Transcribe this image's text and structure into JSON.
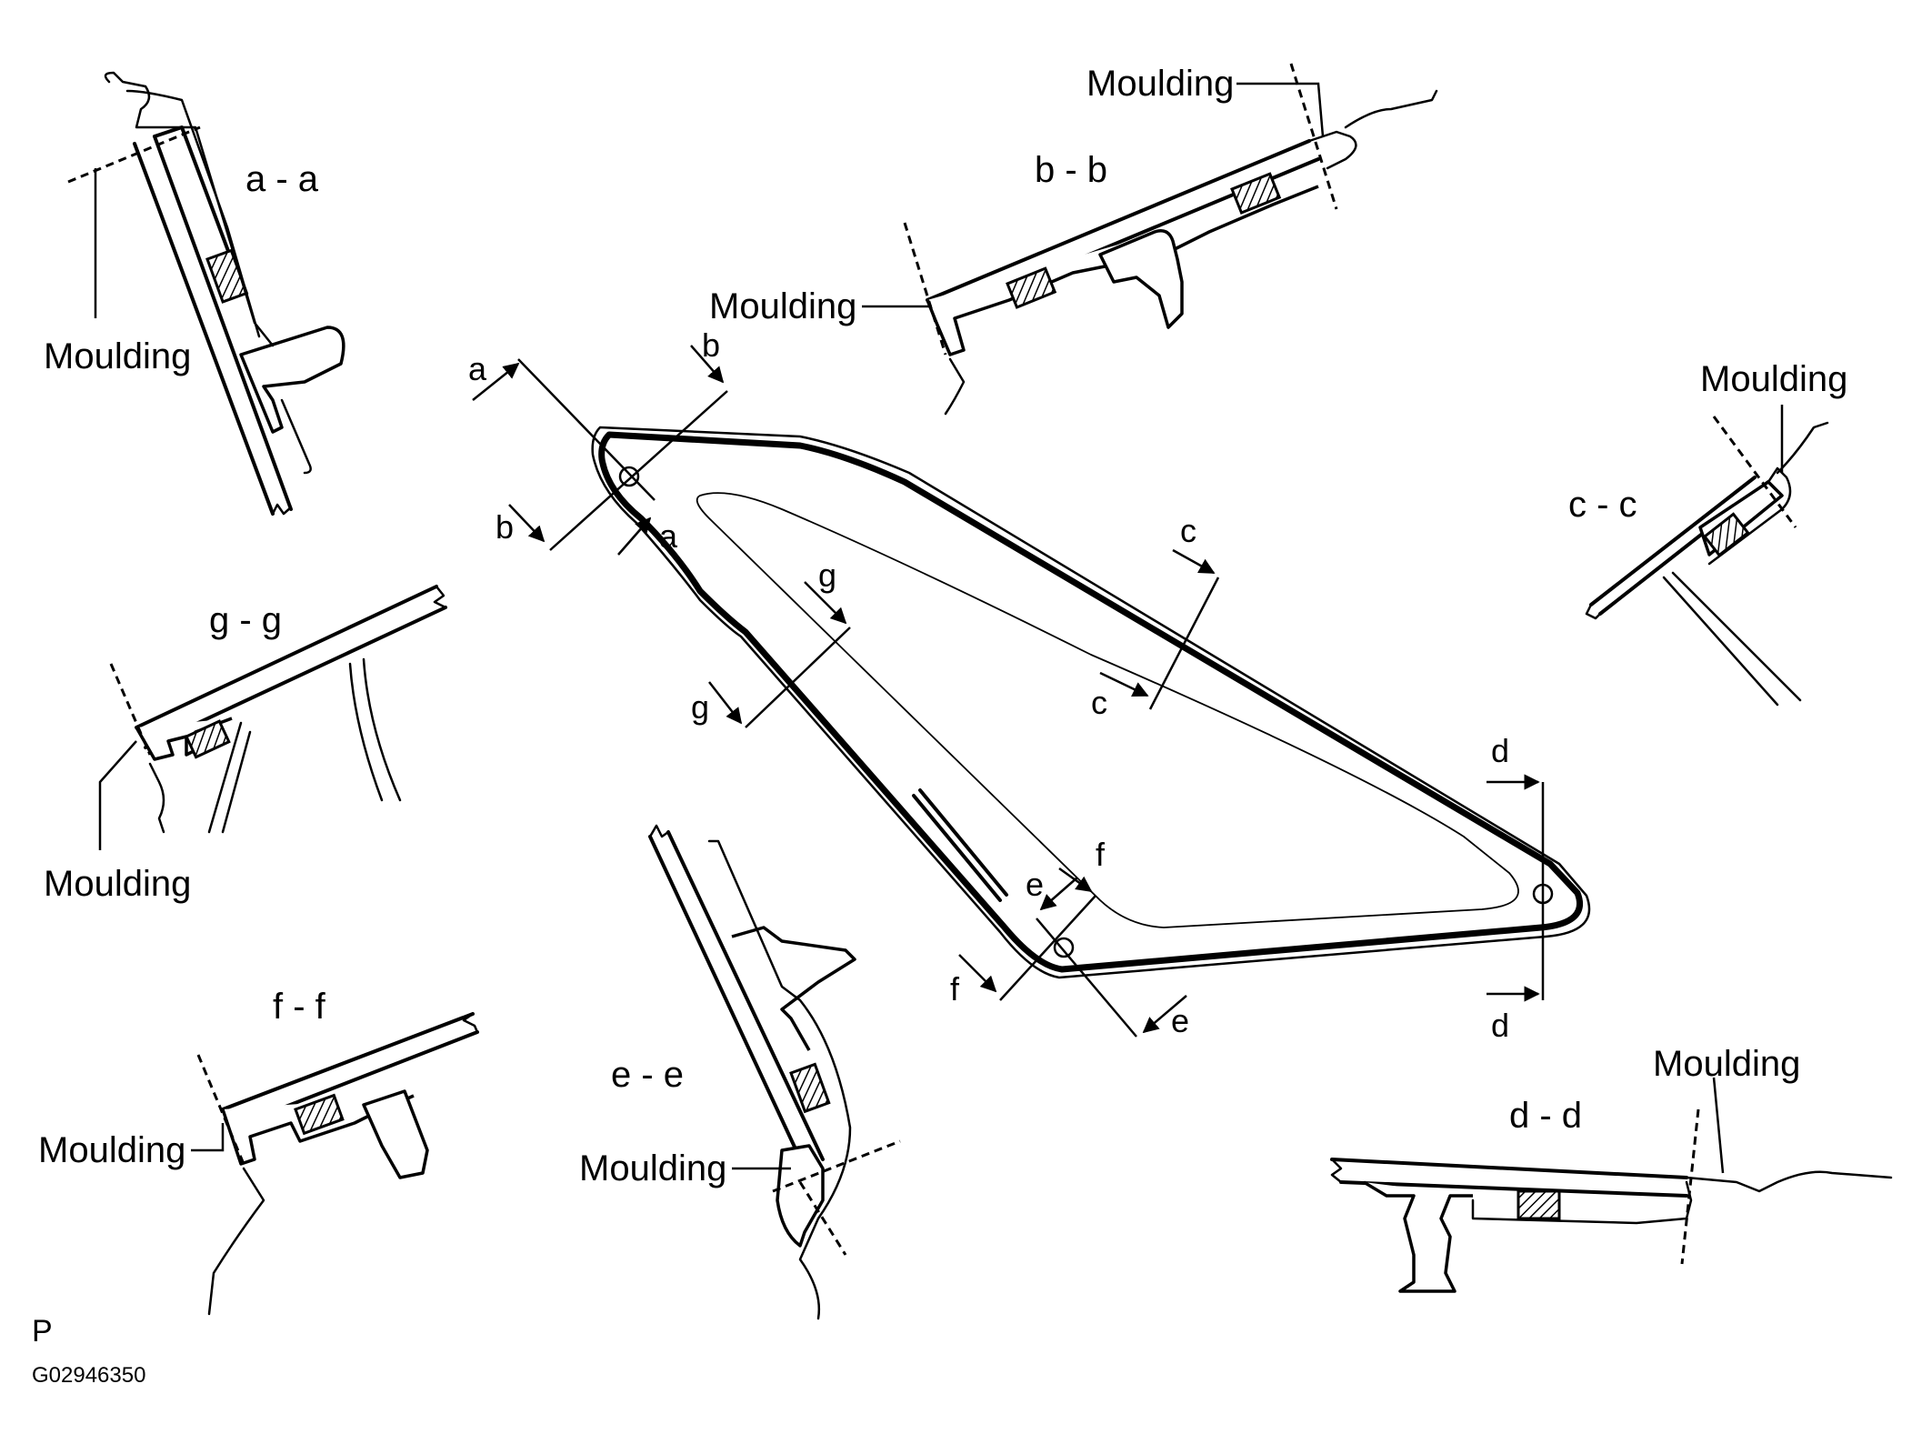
{
  "diagram": {
    "moulding_label": "Moulding",
    "sections": {
      "aa": "a  -  a",
      "bb": "b  -  b",
      "cc": "c  -  c",
      "dd": "d  -  d",
      "ee": "e  -  e",
      "ff": "f  -  f",
      "gg": "g  -  g"
    },
    "cut_letters": [
      "a",
      "b",
      "c",
      "d",
      "e",
      "f",
      "g"
    ],
    "footer": {
      "view": "P",
      "code": "G02946350"
    }
  }
}
